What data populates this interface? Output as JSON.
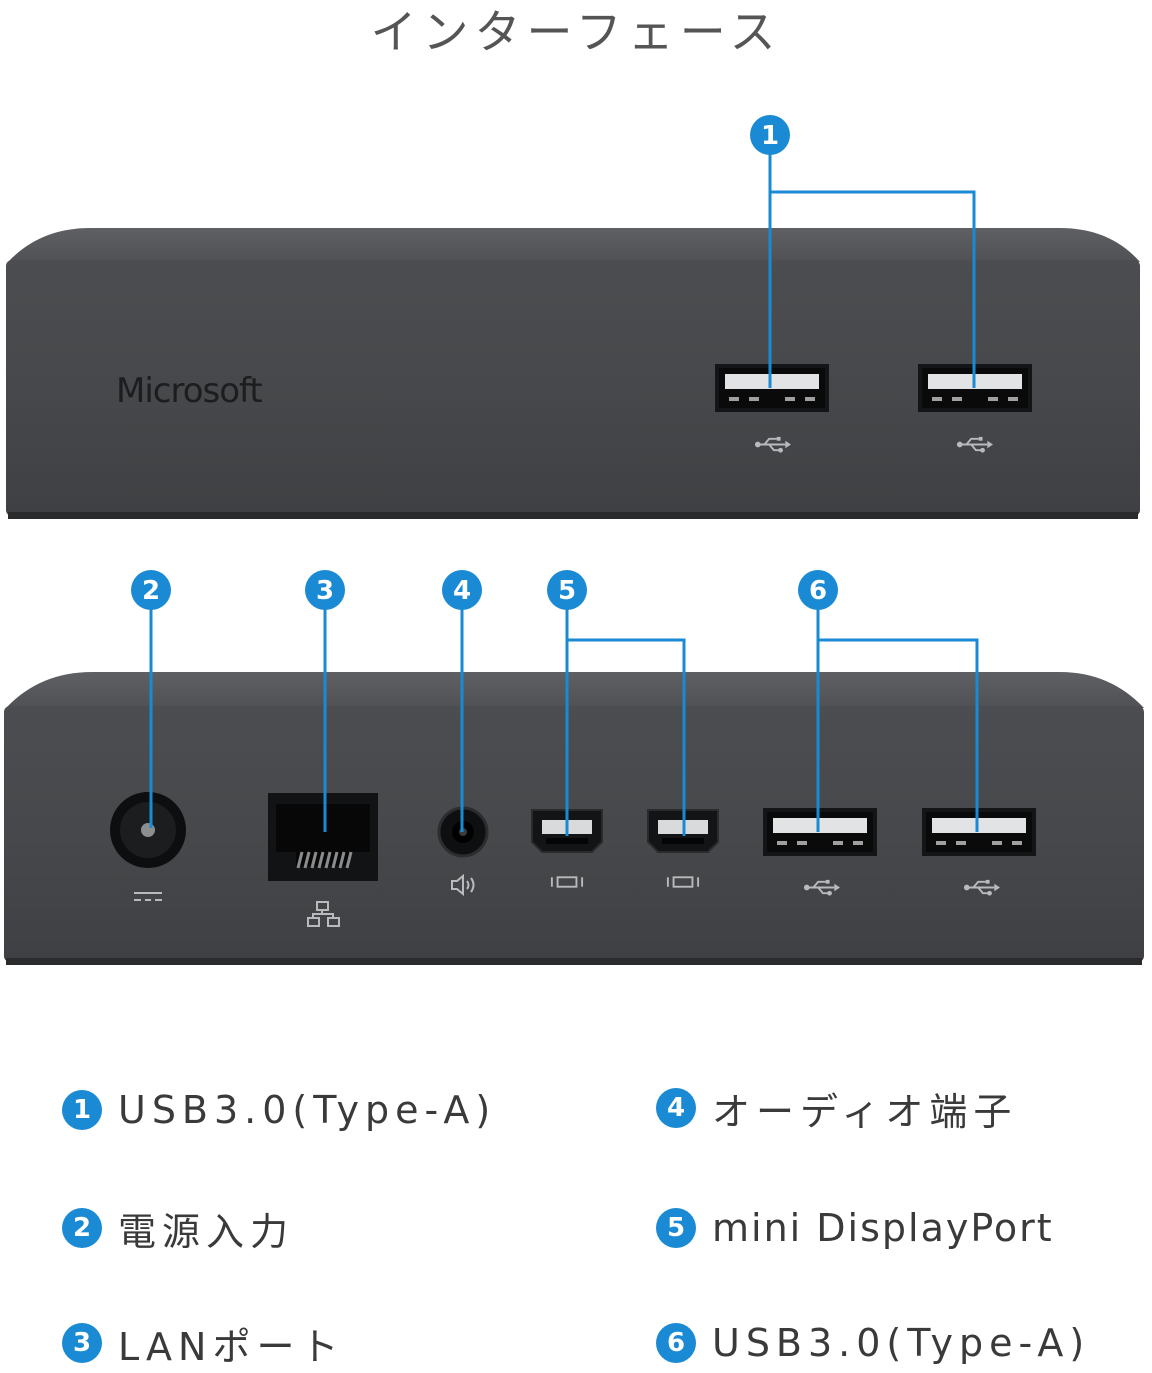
{
  "title": "インターフェース",
  "brand": "Microsoft",
  "accent_color": "#1a8ad4",
  "device_color": "#47494c",
  "front_view": {
    "callouts": [
      {
        "label": "1",
        "port": "USB3.0(Type-A)"
      }
    ],
    "port_icons": [
      "usb-icon",
      "usb-icon"
    ]
  },
  "rear_view": {
    "callouts": [
      {
        "label": "2",
        "port": "電源入力"
      },
      {
        "label": "3",
        "port": "LANポート"
      },
      {
        "label": "4",
        "port": "オーディオ端子"
      },
      {
        "label": "5",
        "port": "mini DisplayPort"
      },
      {
        "label": "6",
        "port": "USB3.0(Type-A)"
      }
    ],
    "port_icons": [
      "dc-power-icon",
      "network-icon",
      "speaker-icon",
      "display-icon",
      "display-icon",
      "usb-icon",
      "usb-icon"
    ]
  },
  "legend": [
    {
      "num": "1",
      "text": "USB3.0(Type-A)"
    },
    {
      "num": "2",
      "text": "電源入力"
    },
    {
      "num": "3",
      "text": "LANポート"
    },
    {
      "num": "4",
      "text": "オーディオ端子"
    },
    {
      "num": "5",
      "text": "mini DisplayPort"
    },
    {
      "num": "6",
      "text": "USB3.0(Type-A)"
    }
  ]
}
